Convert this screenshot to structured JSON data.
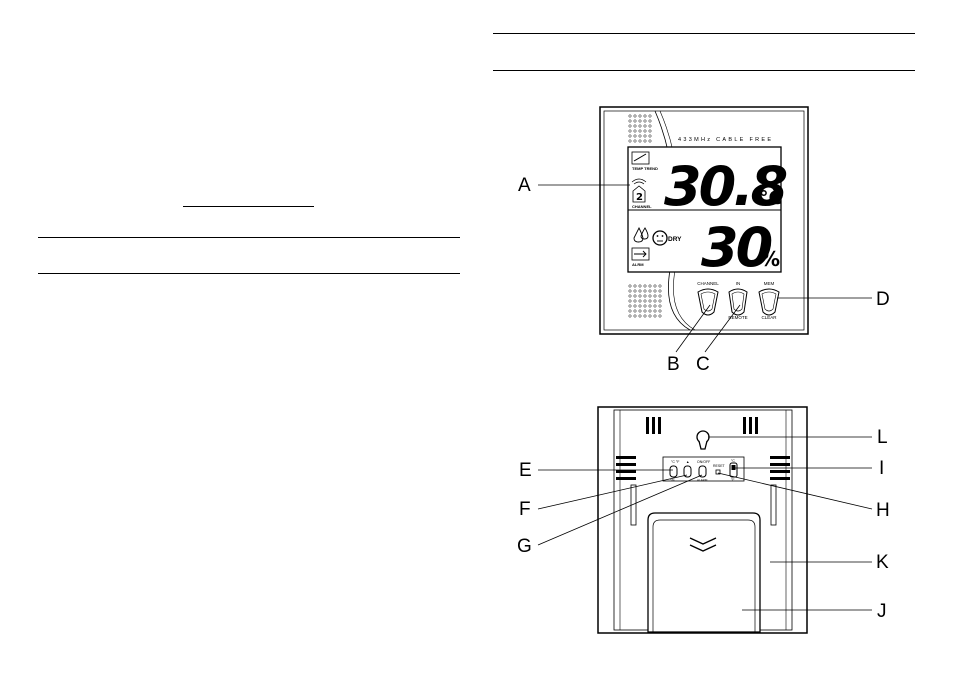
{
  "front": {
    "header": "433MHz CABLE FREE",
    "temperature": "30.8",
    "temp_unit": "°C",
    "humidity": "30",
    "humidity_unit": "%",
    "trend_label": "TEMP TREND",
    "channel_label": "CHANNEL",
    "channel_value": "2",
    "comfort_label": "DRY",
    "alarm_label": "ALRM",
    "buttons": [
      {
        "top": "CHANNEL",
        "bottom": ""
      },
      {
        "top": "IN",
        "bottom": "REMOTE"
      },
      {
        "top": "MEM",
        "bottom": "CLEAR"
      }
    ]
  },
  "back": {
    "switch_labels": {
      "e_top": "°C °F",
      "e_bottom": "°/%",
      "f_top": "▲",
      "g_top": "ON/OFF",
      "g_bottom": "ALARM",
      "reset": "RESET",
      "i_top": "°C",
      "i_bottom": "°F"
    }
  },
  "callouts": {
    "A": "A",
    "B": "B",
    "C": "C",
    "D": "D",
    "E": "E",
    "F": "F",
    "G": "G",
    "H": "H",
    "I": "I",
    "J": "J",
    "K": "K",
    "L": "L"
  }
}
